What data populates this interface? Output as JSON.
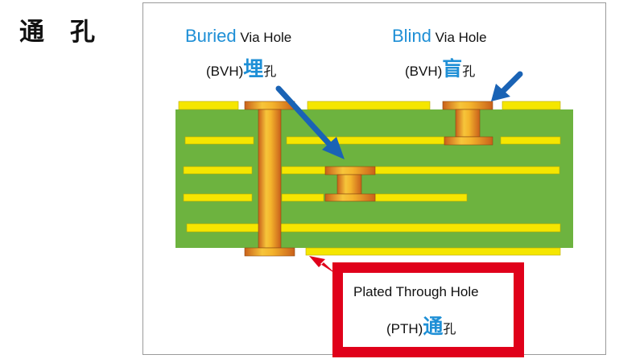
{
  "side_title": {
    "char1": "通",
    "char2": "孔"
  },
  "buried": {
    "word": "Buried",
    "rest": " Via Hole",
    "abbr": "(BVH)",
    "cjk1": "埋",
    "cjk2": "孔"
  },
  "blind": {
    "word": "Blind",
    "rest": " Via Hole",
    "abbr": "(BVH)",
    "cjk1": "盲",
    "cjk2": "孔"
  },
  "pth": {
    "line1": "Plated Through Hole",
    "abbr": "(PTH)",
    "cjk1": "通",
    "cjk2": "孔"
  },
  "colors": {
    "board": "#6db33f",
    "copper_trace": "#f5e600",
    "via_plating": "#e8962a",
    "arrow_blue": "#1a63b5",
    "arrow_red": "#e0001a",
    "accent_text": "#1e8fd6"
  }
}
